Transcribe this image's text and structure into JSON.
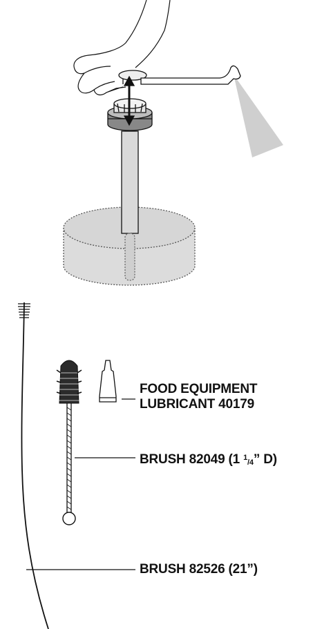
{
  "labels": {
    "lubricant": {
      "line1": "FOOD EQUIPMENT",
      "line2": "LUBRICANT 40179"
    },
    "brush_small": {
      "prefix": "BRUSH 82049 (1 ",
      "frac_num": "1",
      "frac_sep": "/",
      "frac_den": "4",
      "suffix": "” D)"
    },
    "brush_long": {
      "text": "BRUSH 82526 (21”)"
    }
  },
  "colors": {
    "ink": "#111111",
    "fill_gray": "#d9d9d9",
    "spray": "#cfcfcf"
  }
}
